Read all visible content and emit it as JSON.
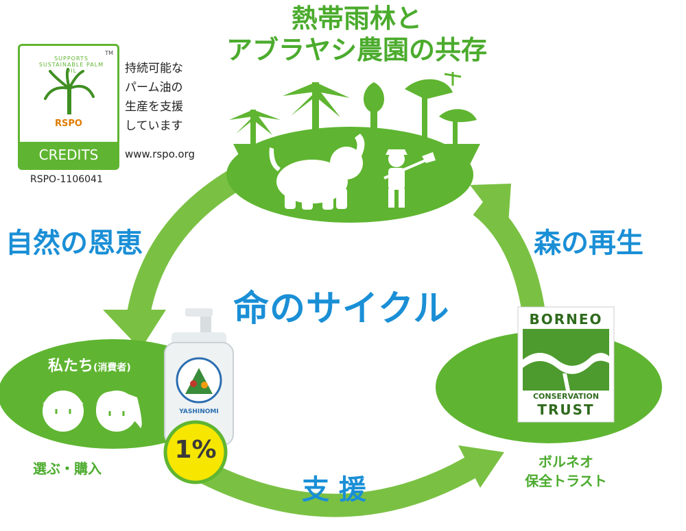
{
  "title": {
    "line1": "熱帯雨林と",
    "line2": "アブラヤシ農園の共存"
  },
  "rspo": {
    "arc_text": "SUPPORTS SUSTAINABLE PALM OIL",
    "logo_mid": "RSPO",
    "tm": "TM",
    "credits": "CREDITS",
    "id": "RSPO-1106041",
    "desc_lines": [
      "持続可能な",
      "パーム油の",
      "生産を支援",
      "しています"
    ],
    "url": "www.rspo.org"
  },
  "cycle": {
    "center_title": "命のサイクル",
    "left_label": "自然の恩恵",
    "right_label": "森の再生",
    "bottom_label": "支 援"
  },
  "consumers": {
    "heading": "私たち",
    "heading_small": "(消費者)",
    "action": "選ぶ・購入"
  },
  "product": {
    "brand": "YASHINOMI",
    "badge": "1%"
  },
  "borneo": {
    "top": "BORNEO",
    "mid": "CONSERVATION",
    "bottom": "TRUST",
    "label_line1": "ボルネオ",
    "label_line2": "保全トラスト"
  },
  "colors": {
    "green": "#4bab2d",
    "light_green": "#8dc63f",
    "blue": "#1a8fd6",
    "yellow": "#f6e600"
  }
}
